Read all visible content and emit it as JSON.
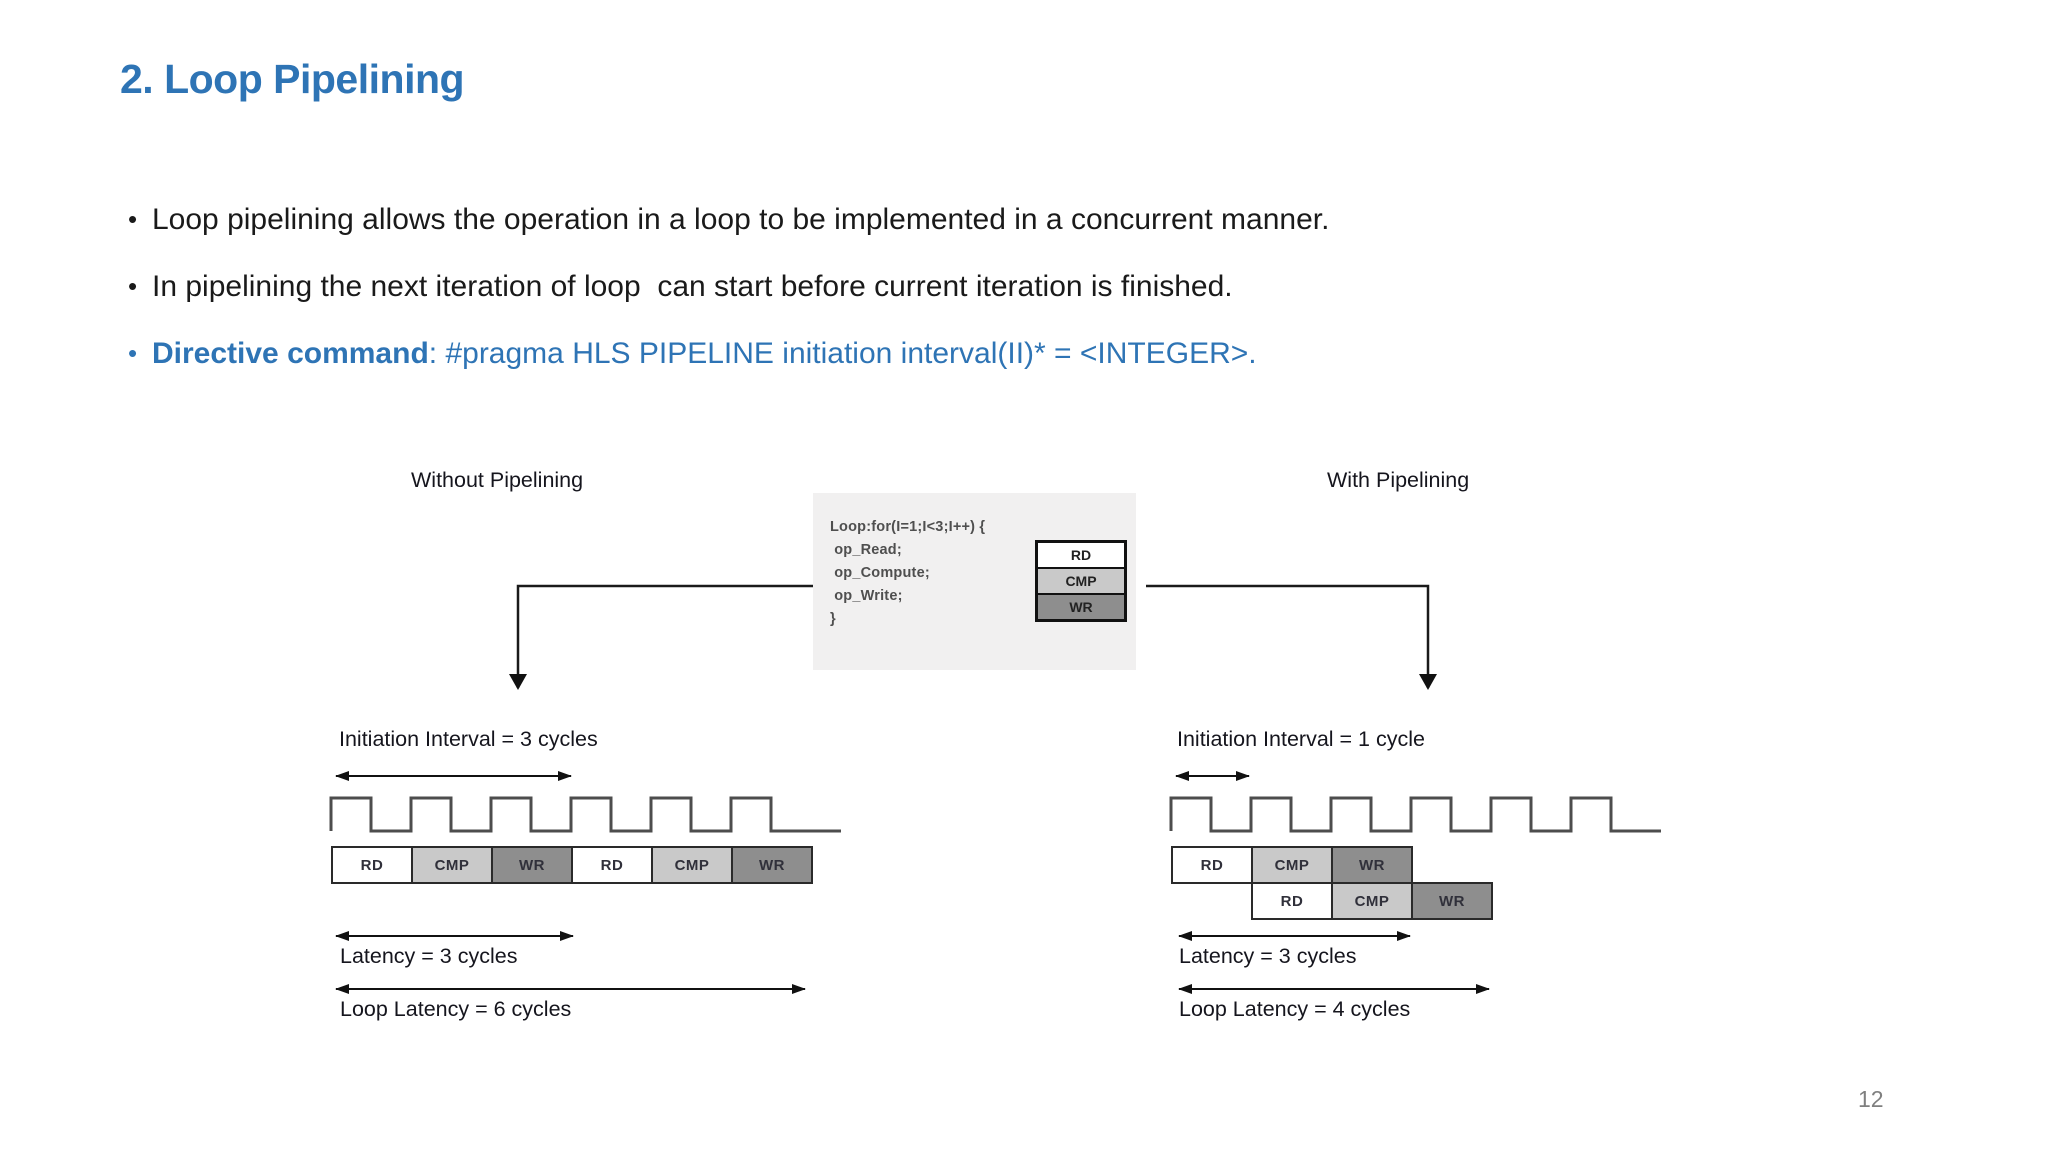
{
  "slide": {
    "title": "2. Loop Pipelining",
    "page_number": "12"
  },
  "bullets": {
    "marker": "•",
    "b1": "Loop pipelining allows the operation in a loop to be implemented in a concurrent manner.",
    "b2": "In pipelining the next iteration of loop  can start before current iteration is finished.",
    "b3_bold": "Directive command",
    "b3_rest": ": #pragma HLS PIPELINE initiation interval(II)* = <INTEGER>."
  },
  "diagram": {
    "code_box": {
      "lines": [
        "Loop:for(I=1;I<3;I++) {",
        " op_Read;",
        " op_Compute;",
        " op_Write;",
        "}"
      ],
      "stack": [
        "RD",
        "CMP",
        "WR"
      ]
    },
    "left": {
      "heading": "Without Pipelining",
      "ii_label": "Initiation Interval = 3 cycles",
      "latency_label": "Latency = 3 cycles",
      "loop_latency_label": "Loop Latency = 6 cycles",
      "stages": [
        "RD",
        "CMP",
        "WR",
        "RD",
        "CMP",
        "WR"
      ]
    },
    "right": {
      "heading": "With Pipelining",
      "ii_label": "Initiation Interval = 1 cycle",
      "latency_label": "Latency = 3 cycles",
      "loop_latency_label": "Loop Latency = 4 cycles",
      "row1": [
        "RD",
        "CMP",
        "WR"
      ],
      "row2": [
        "RD",
        "CMP",
        "WR"
      ]
    }
  },
  "colors": {
    "accent_blue": "#2E74B5",
    "body_text": "#1a1a1a",
    "stage_rd": "#ffffff",
    "stage_cmp": "#c9c9c9",
    "stage_wr": "#8e8e8e",
    "stage_border": "#2a2a2a",
    "code_box_bg": "#f1f0f0",
    "page_number": "#7f7f7f"
  }
}
